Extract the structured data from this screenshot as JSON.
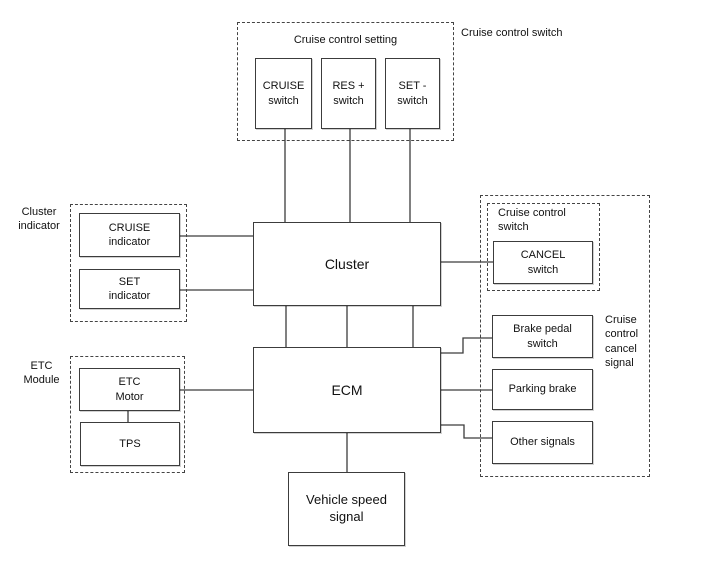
{
  "diagram": {
    "nodes": {
      "cruise_switch": "CRUISE\nswitch",
      "res_switch": "RES +\nswitch",
      "set_switch": "SET -\nswitch",
      "cruise_indicator": "CRUISE\nindicator",
      "set_indicator": "SET\nindicator",
      "cluster": "Cluster",
      "ecm": "ECM",
      "etc_motor": "ETC\nMotor",
      "tps": "TPS",
      "cancel_switch": "CANCEL\nswitch",
      "brake_pedal_switch": "Brake pedal\nswitch",
      "parking_brake": "Parking brake",
      "other_signals": "Other signals",
      "vehicle_speed_signal": "Vehicle speed\nsignal"
    },
    "group_labels": {
      "cruise_control_setting": "Cruise control setting",
      "cruise_control_switch_top": "Cruise control switch",
      "cluster_indicator": "Cluster\nindicator",
      "etc_module": "ETC\nModule",
      "cruise_control_switch_right": "Cruise control\nswitch",
      "cruise_control_cancel_signal": "Cruise control cancel signal"
    },
    "connections": [
      {
        "from": "CRUISE switch",
        "to": "Cluster"
      },
      {
        "from": "RES + switch",
        "to": "Cluster"
      },
      {
        "from": "SET - switch",
        "to": "Cluster"
      },
      {
        "from": "CRUISE indicator",
        "to": "Cluster"
      },
      {
        "from": "SET indicator",
        "to": "Cluster"
      },
      {
        "from": "Cluster",
        "to": "CANCEL switch"
      },
      {
        "from": "Cluster",
        "to": "ECM"
      },
      {
        "from": "Cluster",
        "to": "ECM"
      },
      {
        "from": "Cluster",
        "to": "ECM"
      },
      {
        "from": "ETC Motor",
        "to": "ECM"
      },
      {
        "from": "ETC Motor",
        "to": "TPS"
      },
      {
        "from": "ECM",
        "to": "Brake pedal switch"
      },
      {
        "from": "ECM",
        "to": "Parking brake"
      },
      {
        "from": "ECM",
        "to": "Other signals"
      },
      {
        "from": "ECM",
        "to": "Vehicle speed signal"
      }
    ],
    "colors": {
      "background": "#ffffff",
      "line": "#3c3c3c",
      "text": "#111111"
    }
  }
}
